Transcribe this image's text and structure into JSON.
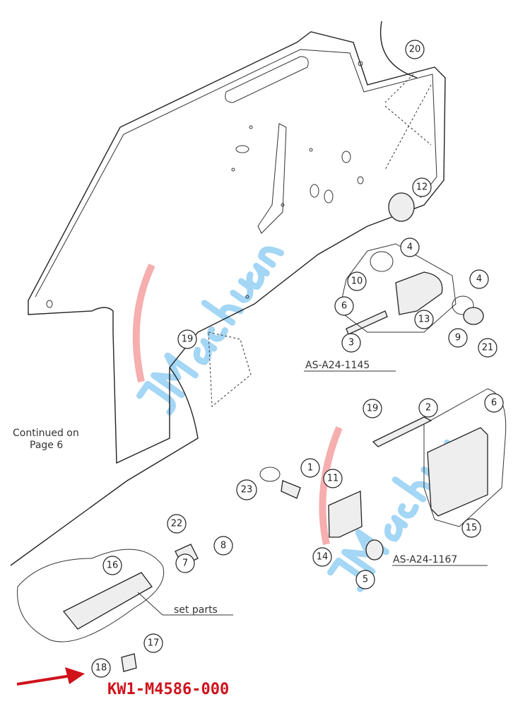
{
  "diagram": {
    "continued_note": [
      "Continued on",
      "Page 6"
    ],
    "assembly_labels": {
      "upper": "AS-A24-1145",
      "lower": "AS-A24-1167",
      "set": "set parts"
    },
    "part_number": "KW1-M4586-000",
    "callouts": [
      "20",
      "12",
      "4",
      "4",
      "10",
      "6",
      "13",
      "9",
      "21",
      "3",
      "19",
      "19",
      "2",
      "6",
      "1",
      "11",
      "23",
      "15",
      "14",
      "5",
      "22",
      "8",
      "7",
      "16",
      "17",
      "18"
    ],
    "watermark": "JMSachuan",
    "colors": {
      "highlight": "#d0121b",
      "watermark_blue": "#5ab4ec",
      "watermark_red": "#ef6b6b"
    }
  }
}
